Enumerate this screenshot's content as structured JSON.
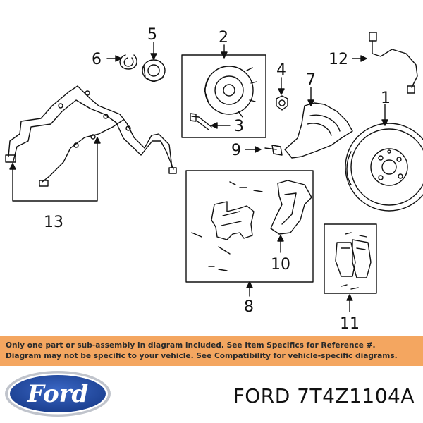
{
  "callouts": {
    "c1": "1",
    "c2": "2",
    "c3": "3",
    "c4": "4",
    "c5": "5",
    "c6": "6",
    "c7": "7",
    "c8": "8",
    "c9": "9",
    "c10": "10",
    "c11": "11",
    "c12": "12",
    "c13": "13"
  },
  "notice": {
    "line1": "Only one part or sub-assembly in diagram included. See Item Specifics for Reference #.",
    "line2": "Diagram may not be specific to your vehicle. See Compatibility for vehicle-specific diagrams."
  },
  "footer": {
    "logo_text": "Ford",
    "part_number": "FORD 7T4Z1104A"
  },
  "colors": {
    "notice_bg": "#f4a660",
    "logo_blue": "#1b3f8f"
  }
}
